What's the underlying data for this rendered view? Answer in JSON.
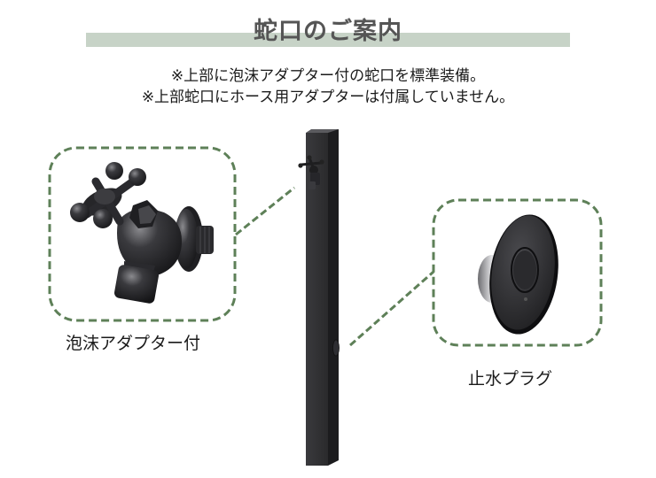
{
  "header": {
    "title": "蛇口のご案内",
    "accent_color": "#c7d3c7"
  },
  "notes": [
    "※上部に泡沫アダプター付の蛇口を標準装備。",
    "※上部蛇口にホース用アダプターは付属していません。"
  ],
  "callouts": [
    {
      "id": "faucet",
      "label": "泡沫アダプター付",
      "image": "faucet-with-aerator-adapter"
    },
    {
      "id": "plug",
      "label": "止水プラグ",
      "image": "water-stop-plug"
    }
  ],
  "product": {
    "image": "black-square-water-post"
  },
  "colors": {
    "dashed_border": "#5e8058",
    "post": "#2b2b2d"
  }
}
